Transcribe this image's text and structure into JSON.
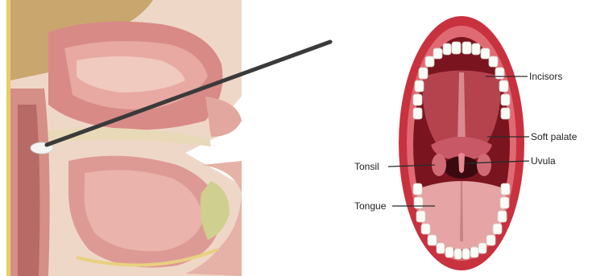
{
  "figure": {
    "left_panel": {
      "description_icon": "sagittal-head-section"
    },
    "right_panel": {
      "labels": {
        "incisors": "Incisors",
        "soft_palate": "Soft palate",
        "uvula": "Uvula",
        "tonsil": "Tonsil",
        "tongue": "Tongue"
      }
    }
  },
  "colors": {
    "tissue": "#d88a86",
    "tissue_light": "#f0c9bf",
    "bone": "#e8d9b8",
    "mouth_dark": "#7a1520",
    "lip": "#c8323f",
    "teeth": "#fbfbf7",
    "tongue": "#e6a4a4",
    "swab": "#3a3a3a"
  }
}
